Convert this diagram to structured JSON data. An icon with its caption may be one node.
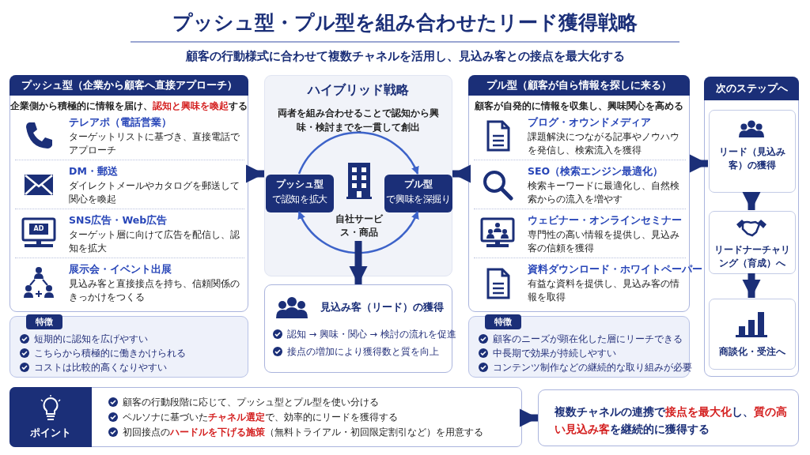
{
  "diagram": {
    "title": "プッシュ型・プル型を組み合わせたリード獲得戦略",
    "nodes": [
      {
        "text": [
          "プッシュ型（企業から顧客へ直接アプローチ）",
          "企業側から積極的に情報を届け、**認知と興味を喚起**する"
        ]
      },
      {
        "text": [
          "テレアポ（電話営業）",
          "ターゲットリストに基づき、直接電話でアプローチ"
        ],
        "in": 0
      },
      {
        "text": [
          "DM・郵送",
          "ダイレクトメールやカタログを郵送して関心を喚起"
        ],
        "in": 0
      },
      {
        "text": [
          "SNS広告・Web広告",
          "ターゲット層に向けて広告を配信し、認知を拡大"
        ],
        "in": 0
      },
      {
        "text": [
          "展示会・イベント出展",
          "見込み客と直接接点を持ち、信頼関係のきっかけをつくる"
        ],
        "in": 0
      },
      {
        "text": [
          "特徴",
          "短期的に認知を広げやすい",
          "こちらから積極的に働きかけられる",
          "コストは比較的高くなりやすい"
        ]
      },
      {
        "text": [
          "ハイブリッド戦略",
          "両者を組み合わせることで認知から興味・検討までを一貫して創出"
        ]
      },
      {
        "text": [
          "プッシュ型",
          "で認知を拡大"
        ],
        "in": 6
      },
      {
        "text": [
          "自社サービス・商品"
        ],
        "in": 6
      },
      {
        "text": [
          "プル型",
          "で興味を深掘り"
        ],
        "in": 6
      },
      {
        "text": [
          "見込み客（リード）の獲得",
          "認知 → 興味・関心 → 検討の流れを促進",
          "接点の増加により獲得数と質を向上"
        ]
      },
      {
        "text": [
          "プル型（顧客が自ら情報を探しに来る）",
          "顧客が自発的に情報を収集し、興味関心を高める"
        ]
      },
      {
        "text": [
          "ブログ・オウンドメディア",
          "課題解決につながる記事やノウハウを発信し、検索流入を獲得"
        ],
        "in": 11
      },
      {
        "text": [
          "SEO（検索エンジン最適化）",
          "検索キーワードに最適化し、自然検索からの流入を増やす"
        ],
        "in": 11
      },
      {
        "text": [
          "ウェビナー・オンラインセミナー",
          "専門性の高い情報を提供し、見込み客の信頼を獲得"
        ],
        "in": 11
      },
      {
        "text": [
          "資料ダウンロード・ホワイトペーパー",
          "有益な資料を提供し、見込み客の情報を取得"
        ],
        "in": 11
      },
      {
        "text": [
          "特徴",
          "顧客のニーズが顕在化した層にリーチできる",
          "中長期で効果が持続しやすい",
          "コンテンツ制作などの継続的な取り組みが必要"
        ]
      },
      {
        "text": [
          "次のステップへ"
        ]
      },
      {
        "text": [
          "リード（見込み客）の獲得"
        ],
        "in": 17
      },
      {
        "text": [
          "リードナーチャリング（育成）へ"
        ],
        "in": 17
      },
      {
        "text": [
          "商談化・受注へ"
        ],
        "in": 17
      },
      {
        "text": [
          "ポイント",
          "顧客の行動段階に応じて、プッシュ型とプル型を使い分ける",
          "ペルソナに基づいた**チャネル選定**で、効率的にリードを獲得する",
          "初回接点の**ハードルを下げる施策**（無料トライアル・初回限定割引など）を用意する"
        ]
      },
      {
        "text": [
          "複数チャネルの連携で**接点を最大化**し、**質の高い見込み客**を継続的に獲得する"
        ]
      }
    ],
    "edges": [
      {
        "from": 0,
        "to": 6,
        "arrow": "to"
      },
      {
        "from": 11,
        "to": 6,
        "arrow": "to"
      },
      {
        "from": 7,
        "to": 9,
        "arrow": "to",
        "color": "#3d63c9"
      },
      {
        "from": 7,
        "to": 9,
        "arrow": "both",
        "color": "#3d63c9"
      },
      {
        "from": 8,
        "to": 10,
        "arrow": "to"
      },
      {
        "from": 11,
        "to": 18,
        "arrow": "to"
      },
      {
        "from": 18,
        "to": 19,
        "arrow": "to"
      },
      {
        "from": 19,
        "to": 20,
        "arrow": "to"
      },
      {
        "from": 21,
        "to": 22,
        "arrow": "to"
      }
    ],
    "labels": [
      "顧客の行動様式に合わせて複数チャネルを活用し、見込み客との接点を最大化する",
      "AD"
    ]
  }
}
